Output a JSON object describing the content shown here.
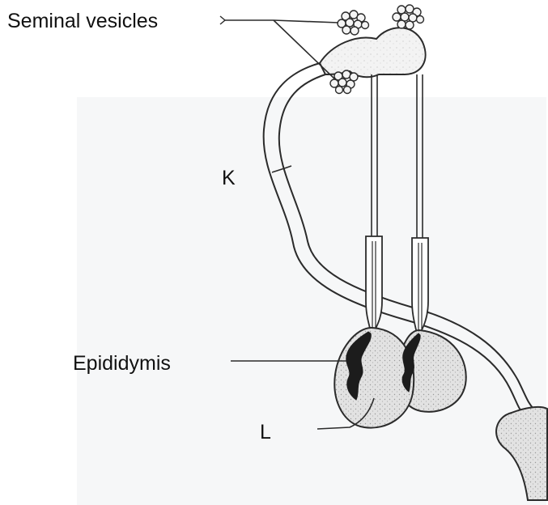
{
  "labels": {
    "seminal_vesicles": "Seminal vesicles",
    "k": "K",
    "epididymis": "Epididymis",
    "l": "L"
  },
  "colors": {
    "ink": "#2b2b2b",
    "paper_shade": "#e9edf0",
    "gland_fill": "#f1f1f1",
    "testis_fill": "#d8d8d8",
    "epididymis_dark": "#1c1c1c"
  }
}
